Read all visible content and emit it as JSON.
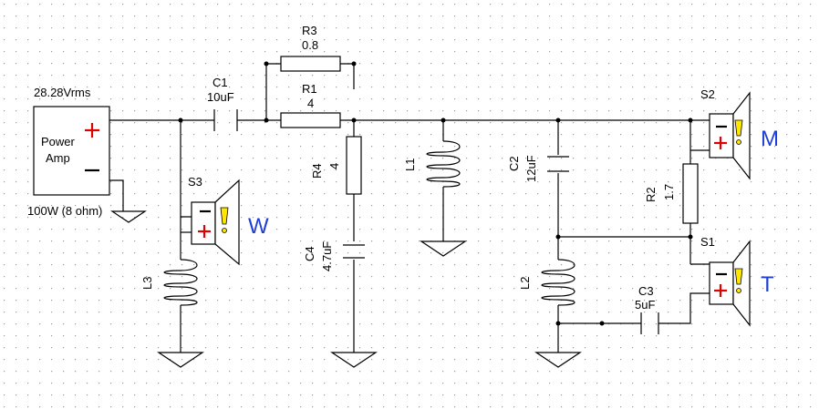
{
  "diagram": {
    "source": {
      "voltage": "28.28Vrms",
      "name_line1": "Power",
      "name_line2": "Amp",
      "power": "100W (8 ohm)"
    },
    "components": {
      "R3": {
        "name": "R3",
        "value": "0.8"
      },
      "R1": {
        "name": "R1",
        "value": "4"
      },
      "C1": {
        "name": "C1",
        "value": "10uF"
      },
      "R4": {
        "name": "R4",
        "value": "4"
      },
      "C4": {
        "name": "C4",
        "value": "4.7uF"
      },
      "L1": {
        "name": "L1"
      },
      "C2": {
        "name": "C2",
        "value": "12uF"
      },
      "R2": {
        "name": "R2",
        "value": "1.7"
      },
      "L2": {
        "name": "L2"
      },
      "C3": {
        "name": "C3",
        "value": "5uF"
      },
      "L3": {
        "name": "L3"
      }
    },
    "speakers": {
      "S1": {
        "name": "S1",
        "letter": "T"
      },
      "S2": {
        "name": "S2",
        "letter": "M"
      },
      "S3": {
        "name": "S3",
        "letter": "W"
      }
    },
    "colors": {
      "letter": "#1f3fd9",
      "plus": "#e00000",
      "warning": "#ffe600"
    }
  }
}
